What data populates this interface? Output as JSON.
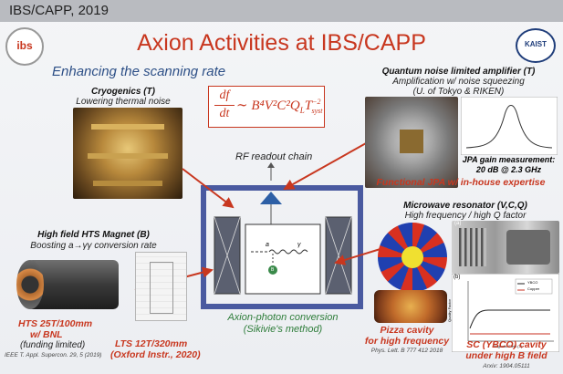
{
  "header": {
    "text": "IBS/CAPP, 2019"
  },
  "title": "Axion Activities at IBS/CAPP",
  "subtitle": "Enhancing the scanning rate",
  "logos": {
    "left": "ibs",
    "right": "KAIST"
  },
  "cryogenics": {
    "title": "Cryogenics (T)",
    "desc": "Lowering thermal noise"
  },
  "formula": {
    "lhs_top": "df",
    "lhs_bottom": "dt",
    "rhs": "∼ B⁴V²C²Q",
    "sub_l": "L",
    "T": "T",
    "sup": "−2",
    "sub_syst": "syst"
  },
  "readout": {
    "label": "RF readout chain"
  },
  "diagram": {
    "caption_1": "Axion-photon conversion",
    "caption_2": "(Sikivie's method)",
    "sym_a": "a",
    "sym_gamma": "γ",
    "sym_B": "B"
  },
  "jpa": {
    "title": "Quantum noise limited amplifier (T)",
    "desc_1": "Amplification w/ noise squeezing",
    "desc_2": "(U. of Tokyo & RIKEN)",
    "gain_1": "JPA gain measurement:",
    "gain_2": "20 dB @ 2.3 GHz",
    "functional": "Functional JPA  w/ in-house expertise"
  },
  "magnet": {
    "title": "High field HTS Magnet (B)",
    "desc": "Boosting a→γγ conversion rate",
    "hts_1": "HTS 25T/100mm",
    "hts_2": "w/ BNL",
    "hts_3": "(funding limited)",
    "hts_cite": "IEEE T. Appl. Supercon. 29, 5 (2019)",
    "lts_1": "LTS 12T/320mm",
    "lts_2": "(Oxford Instr., 2020)"
  },
  "resonator": {
    "title": "Microwave resonator (V,C,Q)",
    "desc": "High frequency / high Q factor",
    "pizza_1": "Pizza cavity",
    "pizza_2": "for high frequency",
    "pizza_cite": "Phys. Lett. B 777 412 2018",
    "sc_1": "SC (YBCO) cavity",
    "sc_2": "under high B field",
    "sc_cite": "Arxiv: 1904.05111",
    "panel_a": "(a)",
    "panel_b": "(b)",
    "legend_1": "YBCO",
    "legend_2": "Copper",
    "axis_y": "Quality Factor",
    "axis_x": "Magnetic Field (T)"
  },
  "colors": {
    "title": "#c8371f",
    "subtitle": "#2c4f86",
    "frame": "#4a5aa0",
    "arrow": "#c8371f"
  }
}
